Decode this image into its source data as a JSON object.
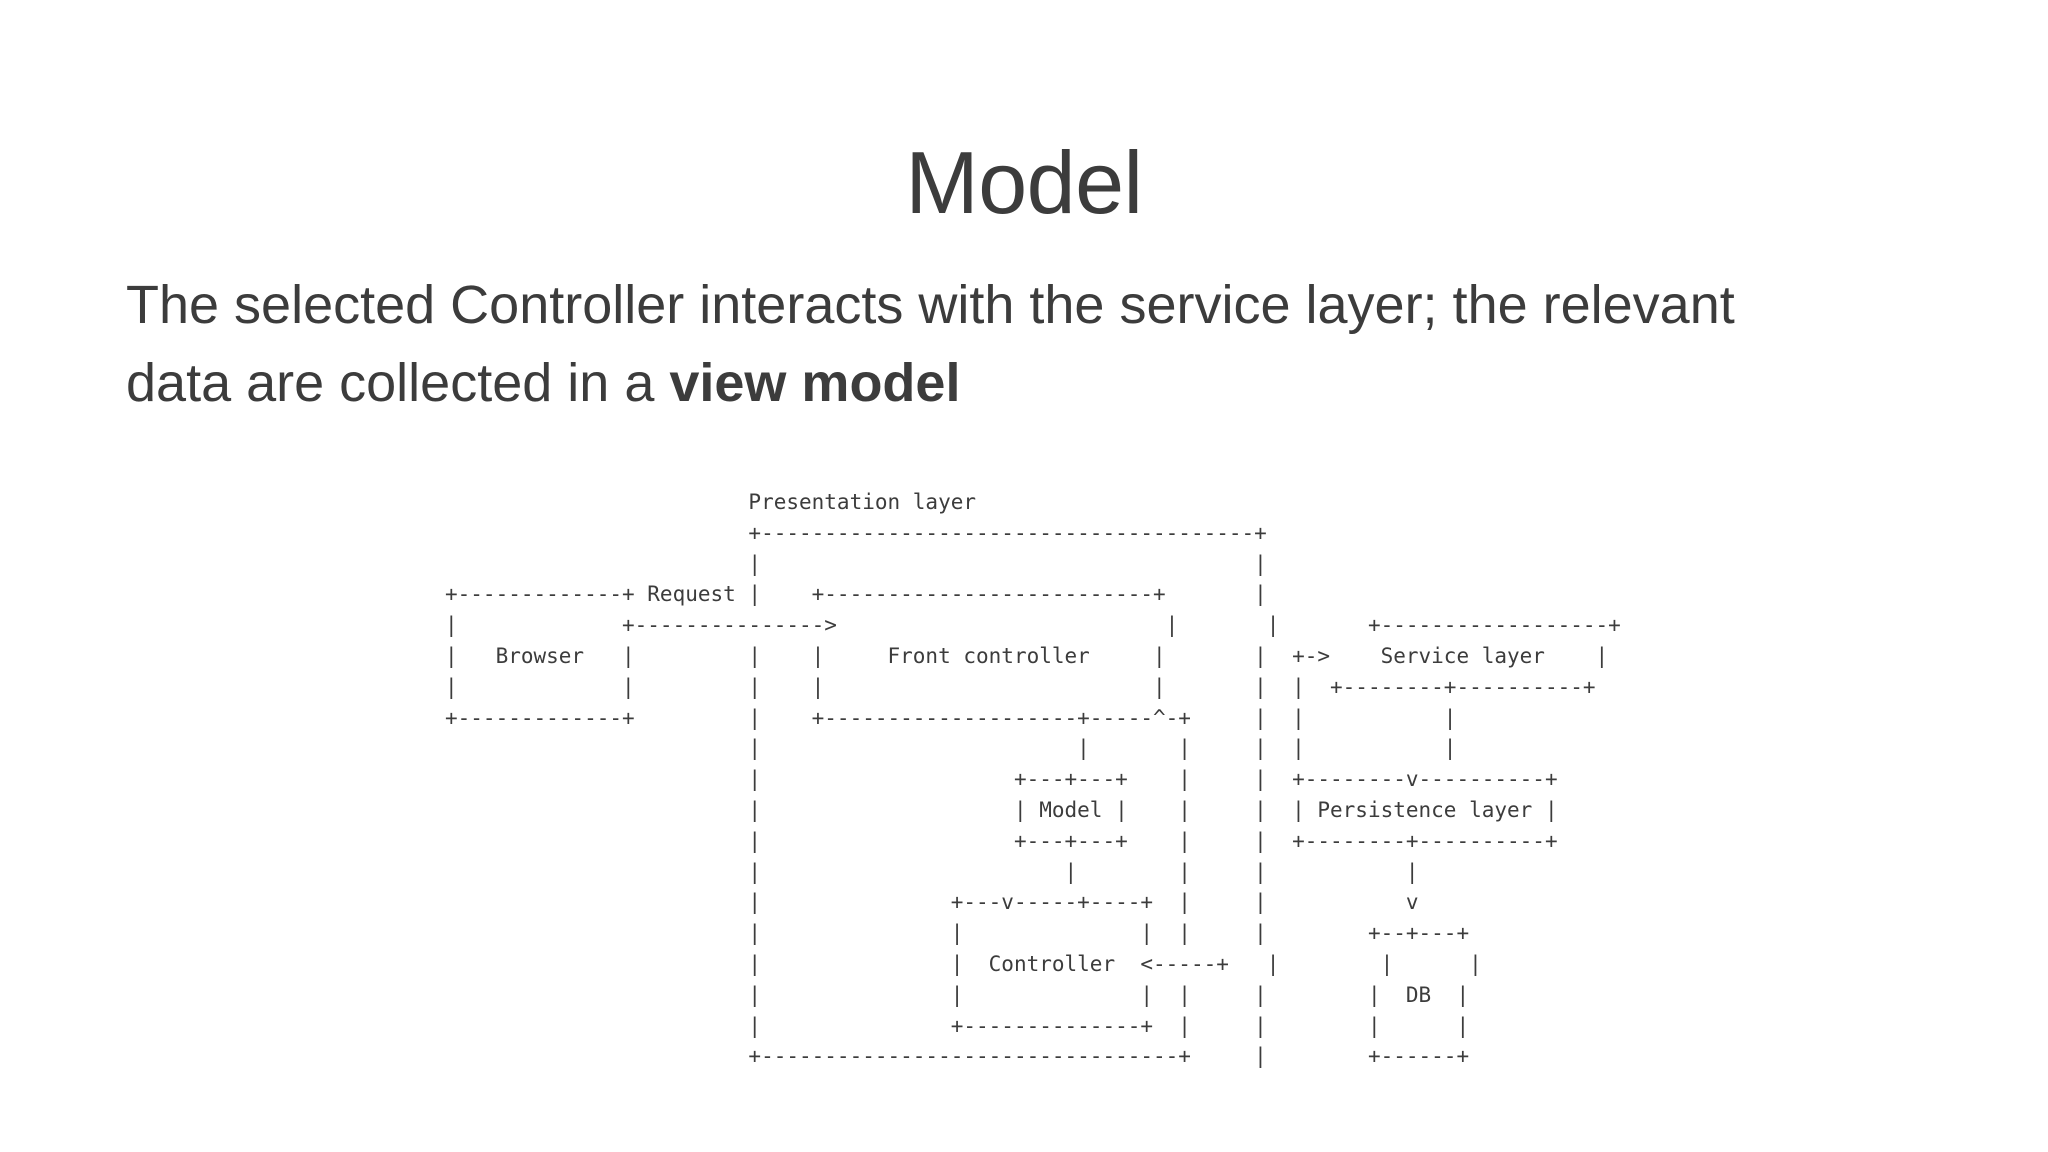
{
  "slide": {
    "title": "Model",
    "body_text_parts": {
      "plain": "The selected Controller interacts with the service layer; the relevant data are collected in a ",
      "bold": "view model"
    },
    "body_full_text": "The selected Controller interacts with the service layer; the relevant data are collected in a view model",
    "text_color": "#3c3c3c",
    "background_color": "#ffffff"
  },
  "diagram": {
    "type": "ascii-art-architecture-diagram",
    "labels": [
      "Presentation layer",
      "Browser",
      "Request",
      "Front controller",
      "Service layer",
      "Model",
      "Persistence layer",
      "Controller",
      "DB"
    ],
    "boxes": [
      {
        "name": "Browser",
        "label": "Browser"
      },
      {
        "name": "Presentation layer",
        "label": "Presentation layer"
      },
      {
        "name": "Front controller",
        "label": "Front controller"
      },
      {
        "name": "Service layer",
        "label": "Service layer"
      },
      {
        "name": "Model",
        "label": "Model"
      },
      {
        "name": "Persistence layer",
        "label": "Persistence layer"
      },
      {
        "name": "Controller",
        "label": "Controller"
      },
      {
        "name": "DB",
        "label": "DB"
      }
    ],
    "arrows": [
      {
        "label": "Request",
        "from": "Browser",
        "to": "Front controller",
        "glyph": ">"
      },
      {
        "label": "",
        "from": "Front controller",
        "to": "Service layer",
        "glyph": "+->"
      },
      {
        "label": "",
        "from": "Service layer",
        "to": "Persistence layer",
        "glyph": "v"
      },
      {
        "label": "",
        "from": "Persistence layer",
        "to": "DB",
        "glyph": "v"
      },
      {
        "label": "",
        "from": "Model",
        "to": "Controller",
        "glyph": "v"
      },
      {
        "label": "",
        "from": "Controller",
        "to": "Front controller",
        "glyph": "^"
      },
      {
        "label": "",
        "from": "Service layer",
        "to": "Controller",
        "glyph": "<"
      }
    ],
    "art": "                        Presentation layer\n                        +---------------------------------------+\n                        |                                       |\n+-------------+ Request |    +--------------------------+       |\n|             +--------------->                          |       |       +------------------+\n|   Browser   |         |    |     Front controller     |       |  +->    Service layer    |\n|             |         |    |                          |       |  |  +--------+----------+\n+-------------+         |    +--------------------+-----^-+     |  |           |\n                        |                         |       |     |  |           |\n                        |                    +---+---+    |     |  +--------v----------+\n                        |                    | Model |    |     |  | Persistence layer |\n                        |                    +---+---+    |     |  +--------+----------+\n                        |                        |        |     |           |\n                        |               +---v-----+----+  |     |           v\n                        |               |              |  |     |        +--+---+\n                        |               |  Controller  <-----+   |        |      |\n                        |               |              |  |     |        |  DB  |\n                        |               +--------------+  |     |        |      |\n                        +---------------------------------+     |        +------+"
  }
}
